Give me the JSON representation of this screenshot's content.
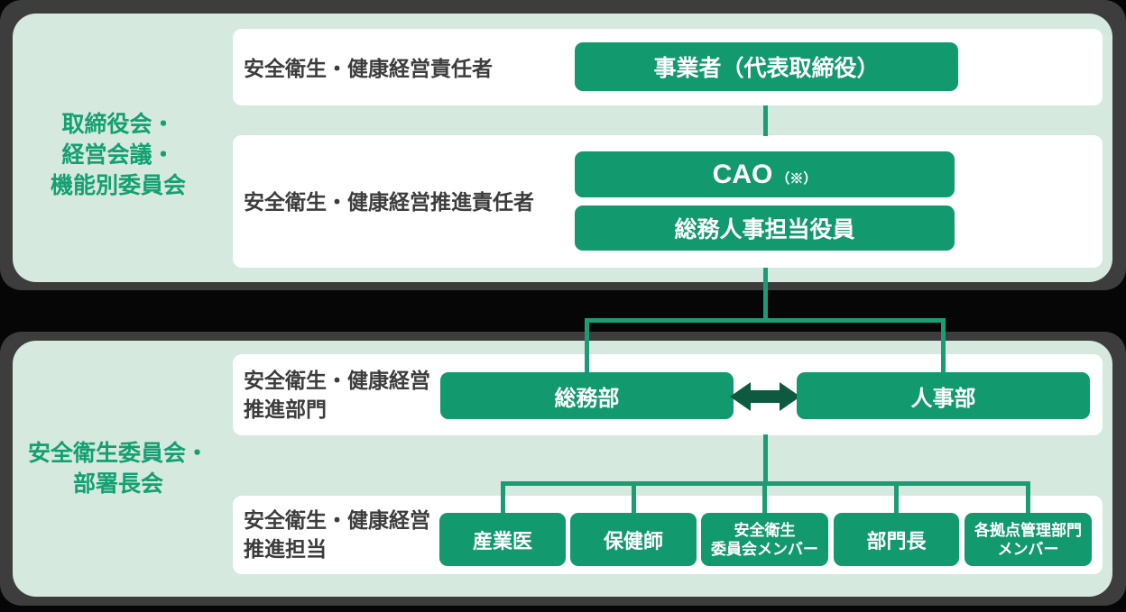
{
  "colors": {
    "page_bg": "#060606",
    "stage_bg": "#3d3d3d",
    "panel_bg": "#d6e9de",
    "row_bg": "#ffffff",
    "button_green": "#12996e",
    "connector_green": "#1b9c75",
    "arrow_dark_green": "#0e5a41",
    "side_label_green": "#14a072",
    "row_label_dark": "#3c3c3c"
  },
  "stage_top": {
    "side_label": "取締役会・\n経営会議・\n機能別委員会",
    "row1": {
      "label": "安全衛生・健康経営責任者",
      "button": "事業者（代表取締役）"
    },
    "row2": {
      "label": "安全衛生・健康経営推進責任者",
      "button1_main": "CAO",
      "button1_note": "（※）",
      "button2": "総務人事担当役員"
    }
  },
  "stage_bottom": {
    "side_label": "安全衛生委員会・\n部署長会",
    "row1": {
      "label": "安全衛生・健康経営\n推進部門",
      "button_left": "総務部",
      "button_right": "人事部"
    },
    "row2": {
      "label": "安全衛生・健康経営\n推進担当",
      "buttons": [
        "産業医",
        "保健師",
        "安全衛生\n委員会メンバー",
        "部門長",
        "各拠点管理部門\nメンバー"
      ]
    }
  }
}
